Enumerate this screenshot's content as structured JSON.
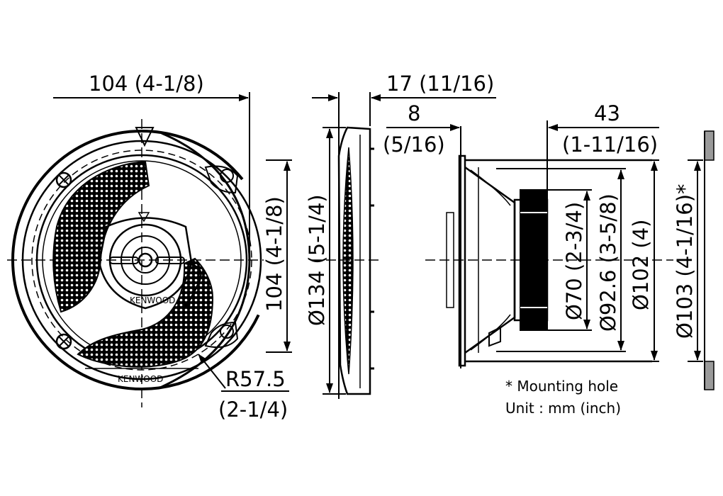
{
  "brand": "KENWOOD",
  "dimensions": {
    "front_width": "104 (4-1/8)",
    "front_height": "104 (4-1/8)",
    "radius_value": "R57.5",
    "radius_inch": "(2-1/4)",
    "overall_dia": "Ø134 (5-1/4)",
    "grille_depth": "17 (11/16)",
    "flange_value": "8",
    "flange_inch": "(5/16)",
    "depth_value": "43",
    "depth_inch": "(1-11/16)",
    "magnet_dia": "Ø70 (2-3/4)",
    "frame_dia": "Ø92.6 (3-5/8)",
    "body_dia": "Ø102 (4)",
    "mount_dia": "Ø103 (4-1/16)*"
  },
  "notes": {
    "mounting": "* Mounting hole",
    "unit": "Unit : mm (inch)"
  },
  "colors": {
    "ink": "#000000",
    "panel": "#9a9a9a",
    "paper": "#ffffff"
  }
}
